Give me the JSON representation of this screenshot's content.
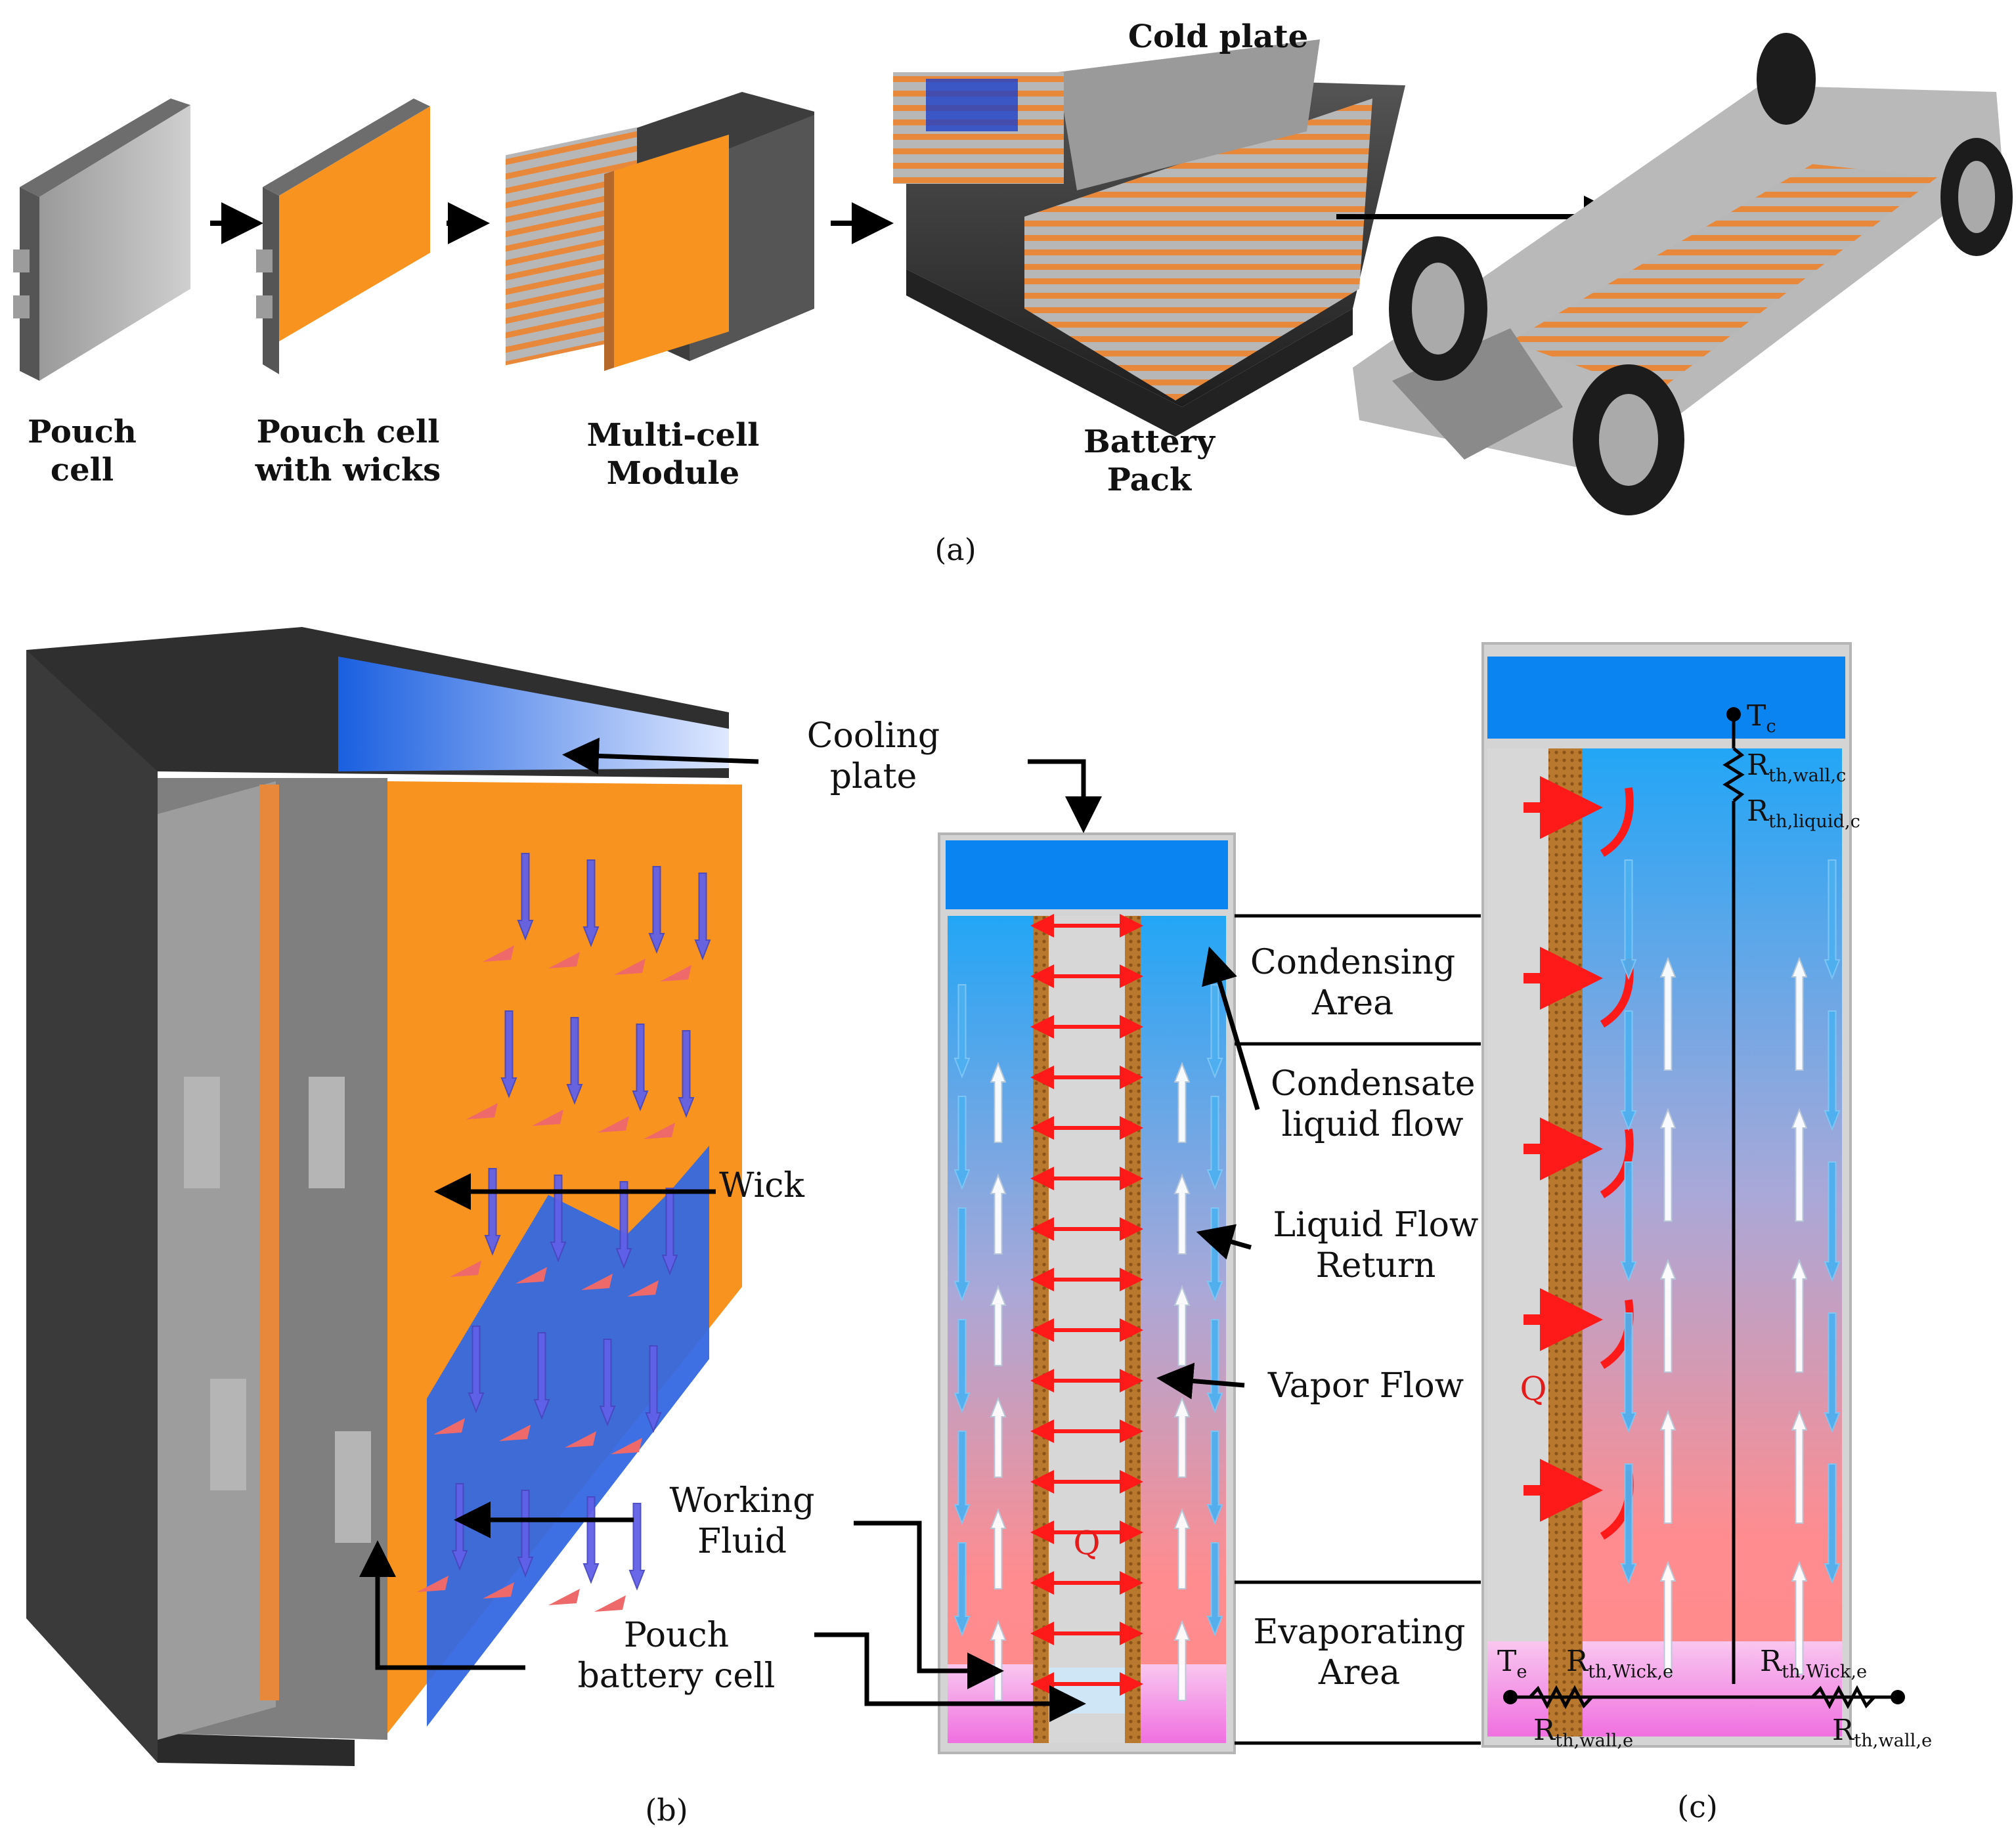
{
  "panel_a": {
    "pouch_cell": [
      "Pouch",
      "cell"
    ],
    "pouch_cell_wicks": [
      "Pouch cell",
      "with wicks"
    ],
    "module": [
      "Multi-cell",
      "Module"
    ],
    "battery_pack": [
      "Battery",
      "Pack"
    ],
    "cold_plate": "Cold plate",
    "caption": "(a)"
  },
  "panel_b": {
    "cooling_plate": [
      "Cooling",
      "plate"
    ],
    "wick": "Wick",
    "working_fluid": [
      "Working",
      "Fluid"
    ],
    "pouch_battery_cell": [
      "Pouch",
      "battery cell"
    ],
    "caption": "(b)"
  },
  "panel_mid": {
    "condensing_area": [
      "Condensing",
      "Area"
    ],
    "condensate_flow": [
      "Condensate",
      "liquid flow"
    ],
    "liquid_return": [
      "Liquid Flow",
      "Return"
    ],
    "vapor_flow": "Vapor Flow",
    "evaporating_area": [
      "Evaporating",
      "Area"
    ],
    "q": "Q"
  },
  "panel_c": {
    "q": "Q",
    "caption": "(c)",
    "resistances": {
      "tc": {
        "main": "T",
        "sub": "c"
      },
      "r_wall_c": {
        "main": "R",
        "sub": "th,wall,c"
      },
      "r_liquid_c": {
        "main": "R",
        "sub": "th,liquid,c"
      },
      "te": {
        "main": "T",
        "sub": "e"
      },
      "r_wick_e_left": {
        "main": "R",
        "sub": "th,Wick,e"
      },
      "r_wick_e_right": {
        "main": "R",
        "sub": "th,Wick,e"
      },
      "r_wall_e_left": {
        "main": "R",
        "sub": "th,wall,e"
      },
      "r_wall_e_right": {
        "main": "R",
        "sub": "th,wall,e"
      }
    }
  },
  "colors": {
    "orange": "#f7931e",
    "cool_blue": "#0a84f0",
    "vapor_top": "#2fa8f5",
    "vapor_bottom": "#ff8a8a",
    "wick_brown": "#b9772a",
    "heat_red": "#ff1a1a",
    "dark_gray": "#3d3d3d"
  }
}
